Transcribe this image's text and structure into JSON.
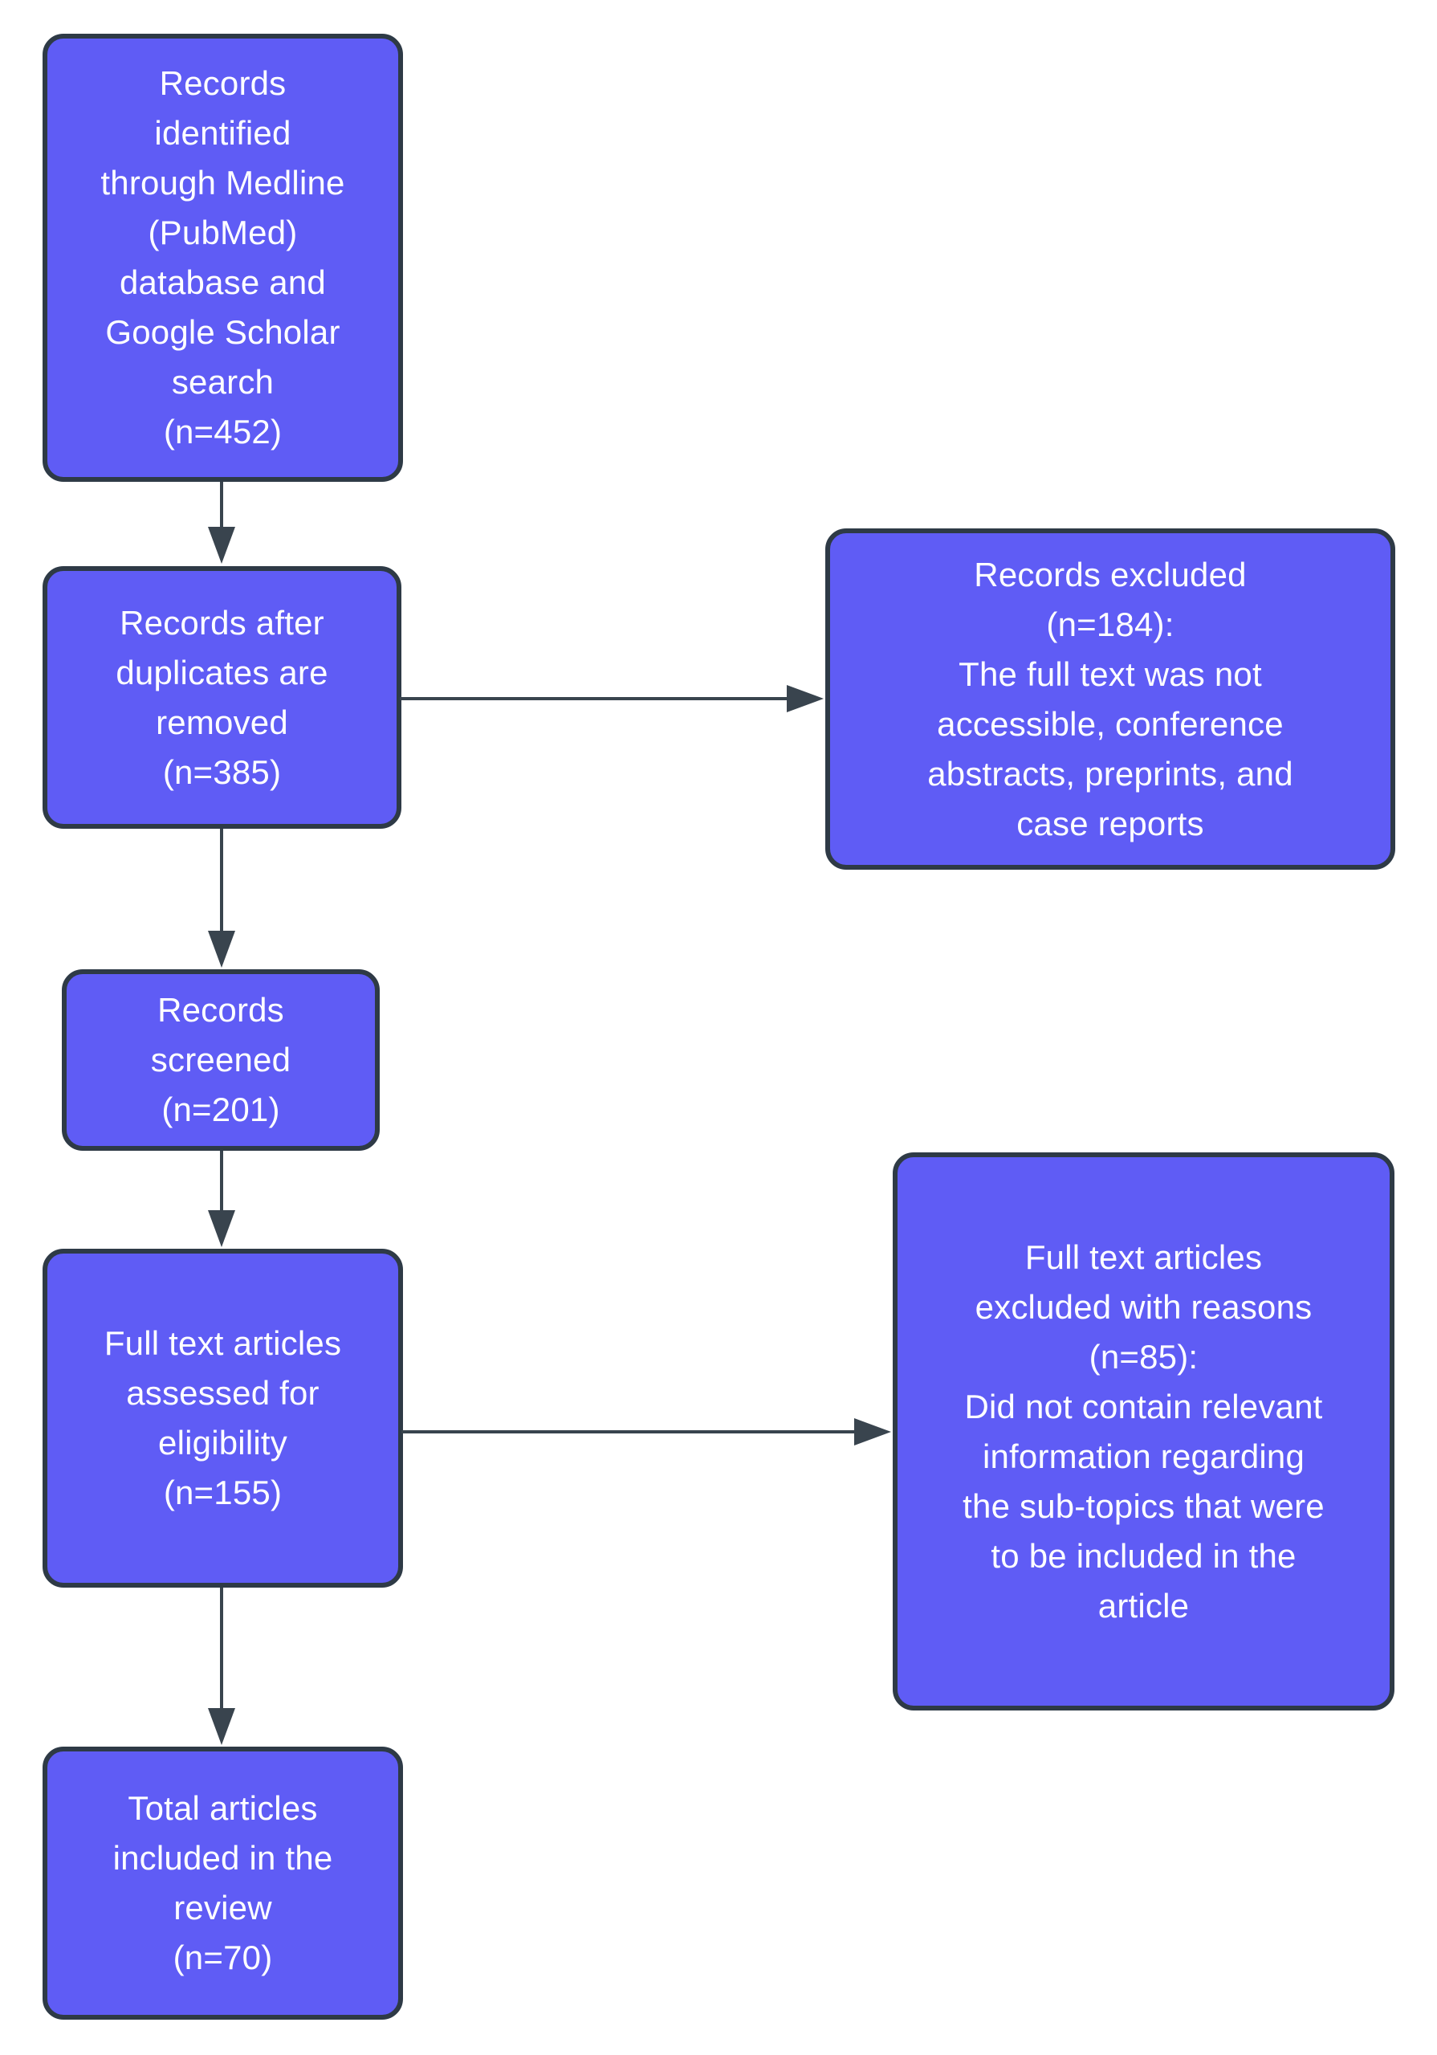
{
  "diagram": {
    "type": "flowchart",
    "description": "PRISMA-style literature review selection flow diagram",
    "background": "#ffffff",
    "colors": {
      "background": "#ffffff",
      "node-fill": "#5f5cf5",
      "node-border": "#2e3a46",
      "node-text": "#ffffff",
      "arrow": "#39444e"
    },
    "nodes": {
      "identified": {
        "label": "Records\nidentified\nthrough Medline\n(PubMed)\ndatabase and\nGoogle Scholar\nsearch\n(n=452)",
        "n": 452
      },
      "deduplicated": {
        "label": "Records after\nduplicates are\nremoved\n(n=385)",
        "n": 385
      },
      "records_excluded": {
        "label": "Records excluded\n(n=184):\nThe full text was not\naccessible, conference\nabstracts, preprints, and\ncase reports",
        "n": 184
      },
      "screened": {
        "label": "Records\nscreened\n(n=201)",
        "n": 201
      },
      "assessed": {
        "label": "Full text articles\nassessed for\neligibility\n(n=155)",
        "n": 155
      },
      "fulltext_excluded": {
        "label": "Full text articles\nexcluded with reasons\n(n=85):\nDid not contain relevant\ninformation regarding\nthe sub-topics that were\nto be included in the\narticle",
        "n": 85
      },
      "included": {
        "label": "Total articles\nincluded in the\nreview\n(n=70)",
        "n": 70
      }
    },
    "edges": [
      {
        "from": "identified",
        "to": "deduplicated",
        "direction": "down"
      },
      {
        "from": "deduplicated",
        "to": "records_excluded",
        "direction": "right"
      },
      {
        "from": "deduplicated",
        "to": "screened",
        "direction": "down"
      },
      {
        "from": "screened",
        "to": "assessed",
        "direction": "down"
      },
      {
        "from": "assessed",
        "to": "fulltext_excluded",
        "direction": "right"
      },
      {
        "from": "assessed",
        "to": "included",
        "direction": "down"
      }
    ]
  }
}
